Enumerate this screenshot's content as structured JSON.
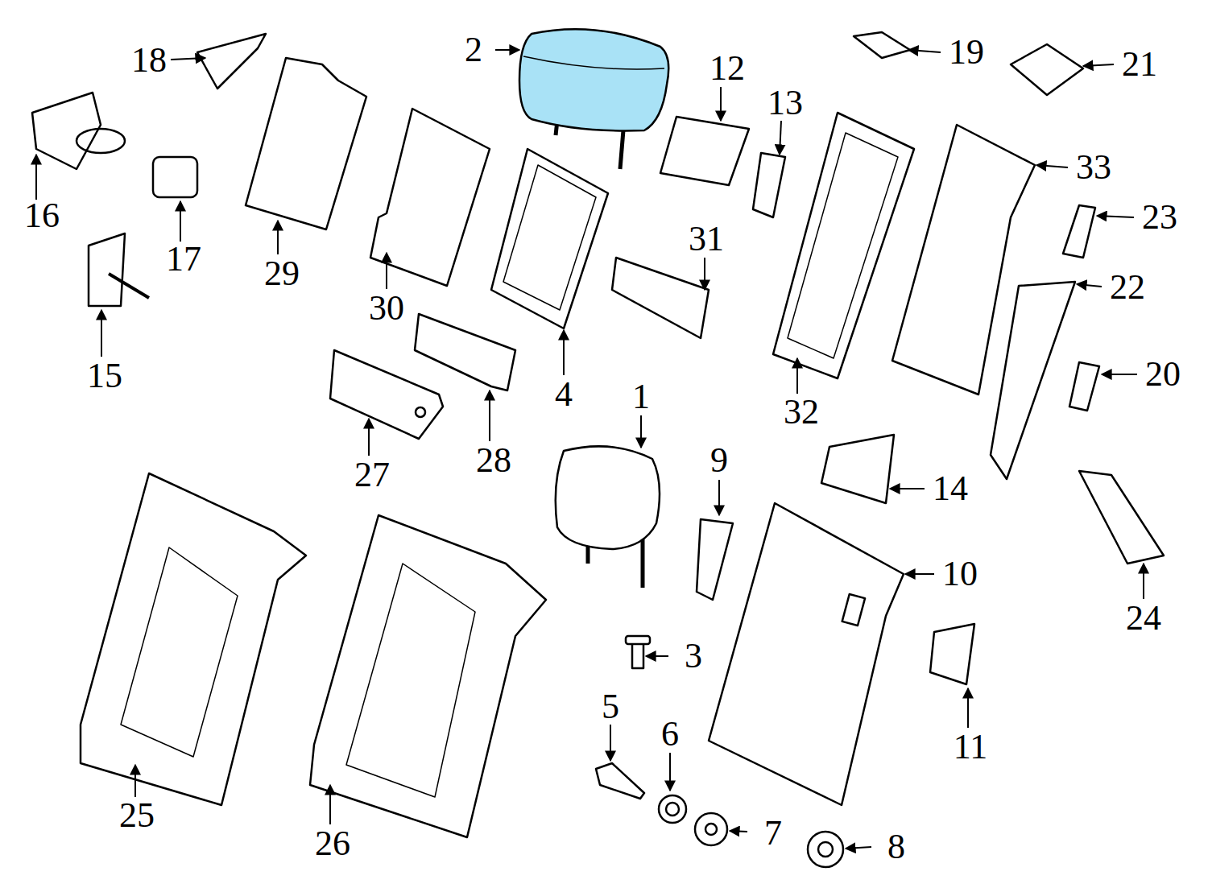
{
  "diagram": {
    "labels": [
      "2",
      "18",
      "16",
      "17",
      "29",
      "30",
      "15",
      "4",
      "27",
      "28",
      "1",
      "12",
      "13",
      "19",
      "21",
      "33",
      "23",
      "22",
      "20",
      "31",
      "32",
      "14",
      "9",
      "10",
      "24",
      "11",
      "3",
      "5",
      "6",
      "7",
      "8",
      "25",
      "26"
    ]
  }
}
